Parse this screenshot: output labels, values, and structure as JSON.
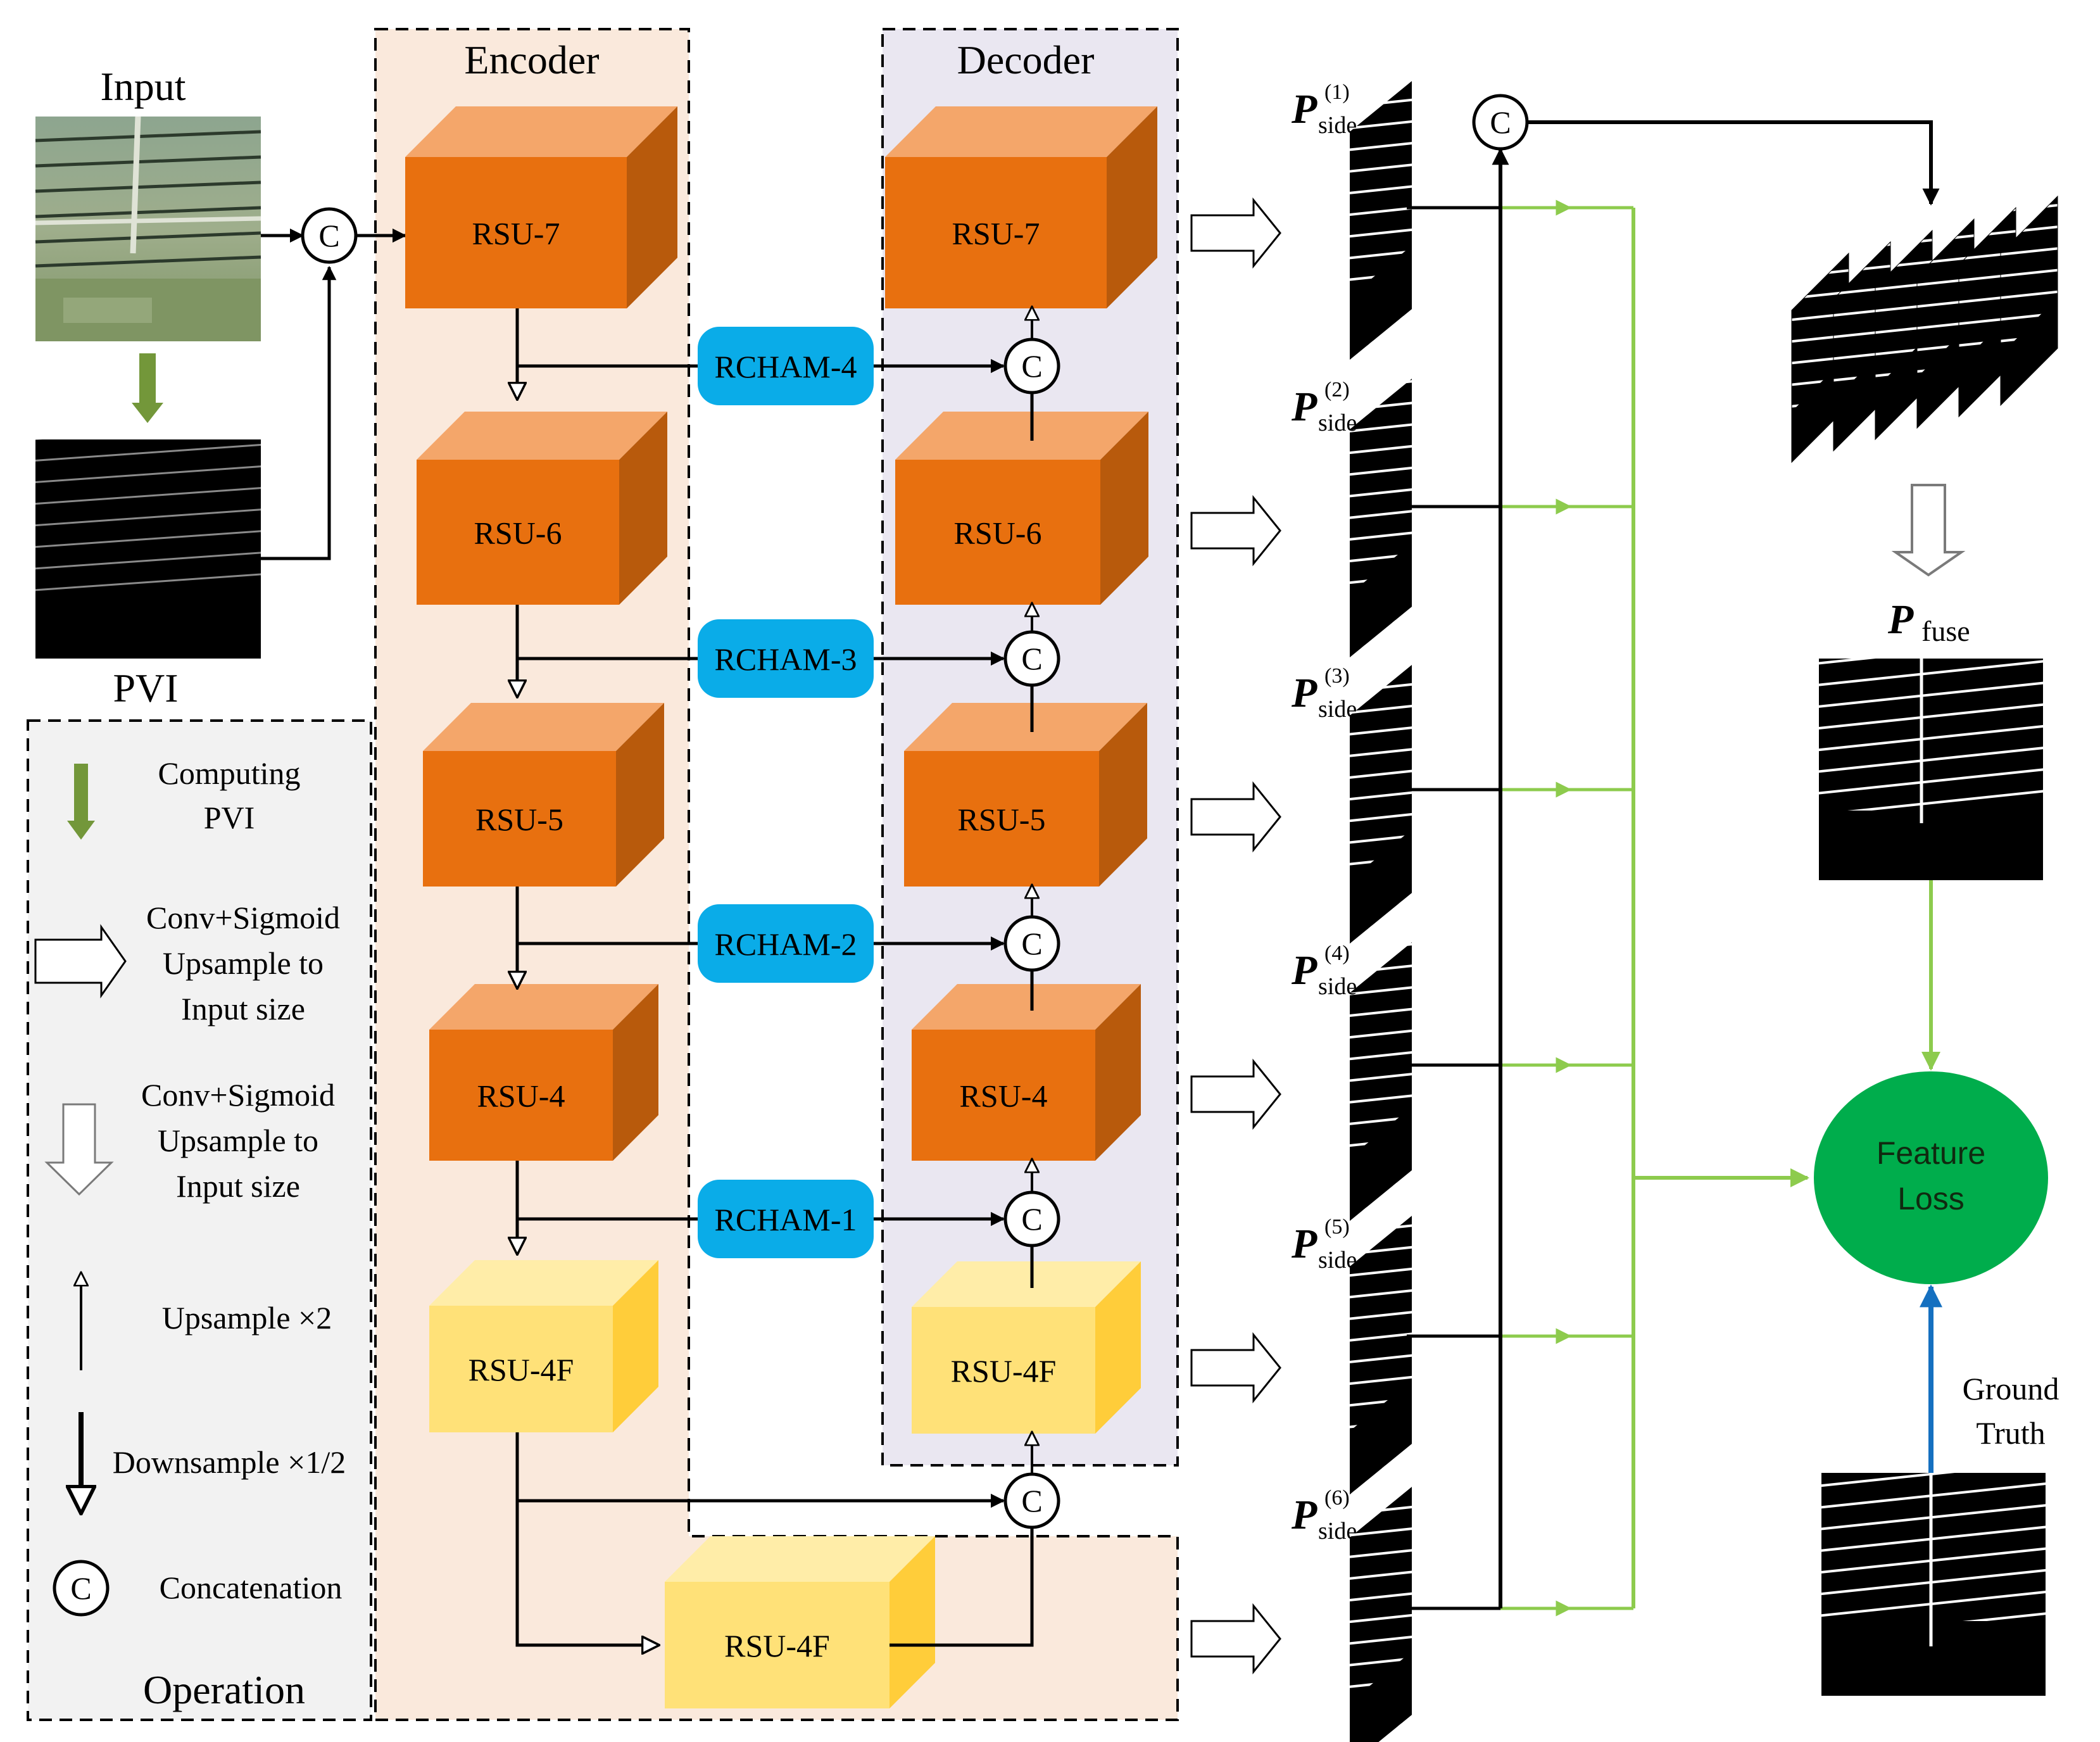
{
  "input_label": "Input",
  "pvi_label": "PVI",
  "encoder_label": "Encoder",
  "decoder_label": "Decoder",
  "concat_symbol": "C",
  "encoder_blocks": [
    "RSU-7",
    "RSU-6",
    "RSU-5",
    "RSU-4",
    "RSU-4F"
  ],
  "decoder_blocks": [
    "RSU-7",
    "RSU-6",
    "RSU-5",
    "RSU-4",
    "RSU-4F"
  ],
  "bottom_block": "RSU-4F",
  "rcham": [
    "RCHAM-4",
    "RCHAM-3",
    "RCHAM-2",
    "RCHAM-1"
  ],
  "side_outputs": {
    "main": "P",
    "subscript": "side",
    "superscripts": [
      "(1)",
      "(2)",
      "(3)",
      "(4)",
      "(5)",
      "(6)"
    ]
  },
  "fuse": {
    "main": "P",
    "subscript": "fuse"
  },
  "feature_loss": [
    "Feature",
    "Loss"
  ],
  "ground_truth": [
    "Ground",
    "Truth"
  ],
  "legend": {
    "title": "Operation",
    "pvi": [
      "Computing",
      "PVI"
    ],
    "side_up": [
      "Conv+Sigmoid",
      "Upsample to",
      "Input size"
    ],
    "fuse_up": [
      "Conv+Sigmoid",
      "Upsample to",
      "Input size"
    ],
    "upsample": "Upsample ×2",
    "downsample": "Downsample ×1/2",
    "concat": "Concatenation"
  },
  "colors": {
    "block_orange_front": "#E8700F",
    "block_orange_top": "#F4A66A",
    "block_orange_side": "#B85A0C",
    "block_yellow_front": "#FFE178",
    "block_yellow_top": "#FFEDA8",
    "block_yellow_side": "#FFCD3A",
    "rcham": "#0AACE8",
    "encoder_bg": "#FAE9DC",
    "decoder_bg": "#EAE7F1",
    "legend_bg": "#F2F2F2",
    "green_line": "#8DCB4D",
    "feature_loss": "#00AD4C",
    "blue_arrow": "#1570C0",
    "pvi_arrow": "#73973A"
  }
}
